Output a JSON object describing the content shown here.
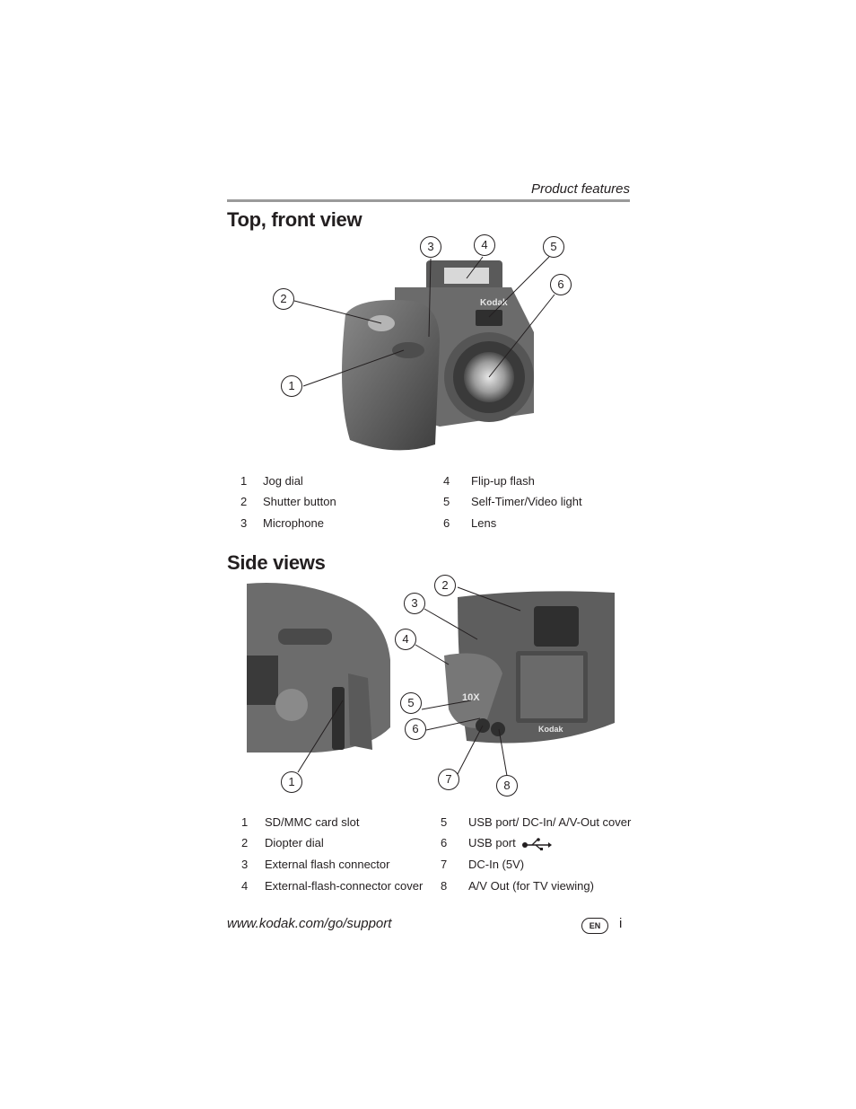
{
  "header": {
    "section": "Product features"
  },
  "top_view": {
    "title": "Top, front view",
    "callouts": [
      "1",
      "2",
      "3",
      "4",
      "5",
      "6"
    ],
    "legend": [
      {
        "num": "1",
        "label": "Jog dial"
      },
      {
        "num": "2",
        "label": "Shutter button"
      },
      {
        "num": "3",
        "label": "Microphone"
      },
      {
        "num": "4",
        "label": "Flip-up flash"
      },
      {
        "num": "5",
        "label": "Self-Timer/Video light"
      },
      {
        "num": "6",
        "label": "Lens"
      }
    ]
  },
  "side_view": {
    "title": "Side views",
    "callouts": [
      "1",
      "2",
      "3",
      "4",
      "5",
      "6",
      "7",
      "8"
    ],
    "legend": [
      {
        "num": "1",
        "label": "SD/MMC card slot"
      },
      {
        "num": "2",
        "label": "Diopter dial"
      },
      {
        "num": "3",
        "label": "External flash connector"
      },
      {
        "num": "4",
        "label": "External-flash-connector cover"
      },
      {
        "num": "5",
        "label": "USB port/ DC-In/ A/V-Out cover"
      },
      {
        "num": "6",
        "label": "USB port"
      },
      {
        "num": "7",
        "label": "DC-In (5V)"
      },
      {
        "num": "8",
        "label": "A/V Out (for TV viewing)"
      }
    ]
  },
  "footer": {
    "url": "www.kodak.com/go/support",
    "language_badge": "EN",
    "page_number": "i"
  },
  "icons": {
    "usb": "usb-icon"
  },
  "camera_brand_text": "Kodak",
  "zoom_badge_text": "10X"
}
